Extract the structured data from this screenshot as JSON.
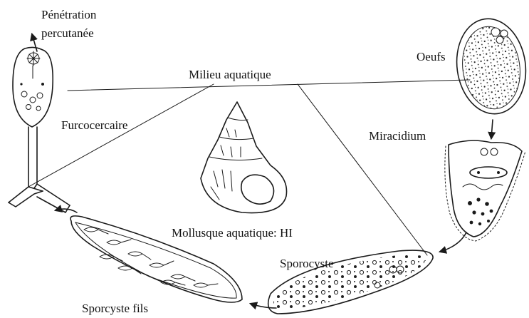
{
  "labels": {
    "penetration": [
      "Pénétration",
      "percutanée"
    ],
    "milieu": "Milieu aquatique",
    "oeufs": "Oeufs",
    "miracidium": "Miracidium",
    "furcocercaire": "Furcocercaire",
    "mollusque": "Mollusque aquatique: HI",
    "sporocyste": "Sporocyste",
    "sporocyste_fils": "Sporcyste fils"
  }
}
